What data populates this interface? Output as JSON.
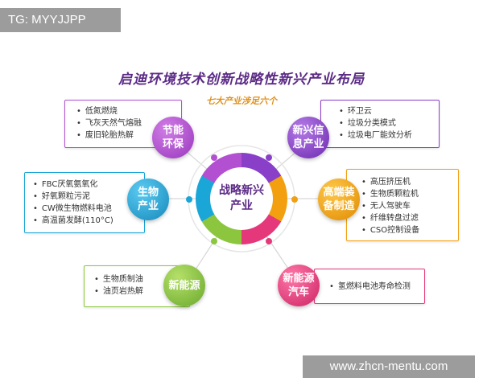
{
  "watermarks": {
    "top": "TG: MYYJJPP",
    "bottom": "www.zhcn-mentu.com"
  },
  "title": "启迪环境技术创新战略性新兴产业布局",
  "subtitle": "七大产业涉足六个",
  "center": {
    "line1": "战略新兴",
    "line2": "产业"
  },
  "nodes": [
    {
      "id": "energy-saving",
      "label1": "节能",
      "label2": "环保",
      "color": "#b34fd1",
      "items": [
        "低氮燃烧",
        "飞灰天然气熔融",
        "废旧轮胎热解"
      ]
    },
    {
      "id": "new-info",
      "label1": "新兴信",
      "label2": "息产业",
      "color": "#8a3fc9",
      "items": [
        "环卫云",
        "垃圾分类模式",
        "垃圾电厂能效分析"
      ]
    },
    {
      "id": "bio",
      "label1": "生物",
      "label2": "产业",
      "color": "#1ba6d8",
      "items": [
        "FBC厌氧氨氧化",
        "好氧颗粒污泥",
        "CW微生物燃料电池",
        "高温菌发酵(110°C)"
      ]
    },
    {
      "id": "high-end",
      "label1": "高端装",
      "label2": "备制造",
      "color": "#f2a00f",
      "items": [
        "高压挤压机",
        "生物质颗粒机",
        "无人驾驶车",
        "纤维转盘过滤",
        "CSO控制设备"
      ]
    },
    {
      "id": "new-energy",
      "label1": "新能源",
      "label2": "",
      "color": "#8cc63f",
      "items": [
        "生物质制油",
        "油页岩热解"
      ]
    },
    {
      "id": "nev",
      "label1": "新能源",
      "label2": "汽车",
      "color": "#e5387a",
      "items": [
        "氢燃料电池寿命检测"
      ]
    }
  ]
}
